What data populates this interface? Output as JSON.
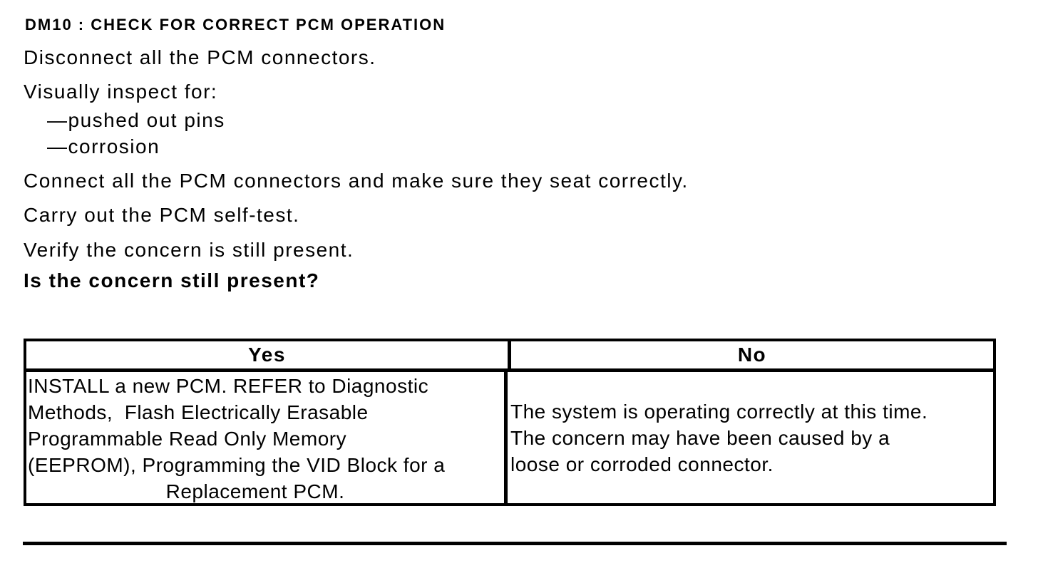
{
  "content": {
    "title": "DM10 : CHECK FOR CORRECT PCM OPERATION",
    "steps": [
      "Disconnect all the PCM connectors.",
      "Visually inspect for:",
      "—pushed out pins",
      "—corrosion",
      "Connect all the PCM connectors and make sure they seat correctly.",
      "Carry out the PCM self-test.",
      "Verify the concern is still present.",
      "Is the concern still present?"
    ]
  },
  "table": {
    "yes_header": "Yes",
    "no_header": "No",
    "yes_action_main": "INSTALL a new PCM. REFER to Diagnostic\nMethods,  Flash Electrically Erasable\nProgrammable Read Only Memory\n(EEPROM), Programming the VID Block for a",
    "yes_action_last": "Replacement PCM.",
    "no_action": "The system is operating correctly at this time.\nThe concern may have been caused by a\nloose or corroded connector."
  },
  "colors": {
    "text": "#000000",
    "background": "#ffffff",
    "border": "#000000"
  }
}
